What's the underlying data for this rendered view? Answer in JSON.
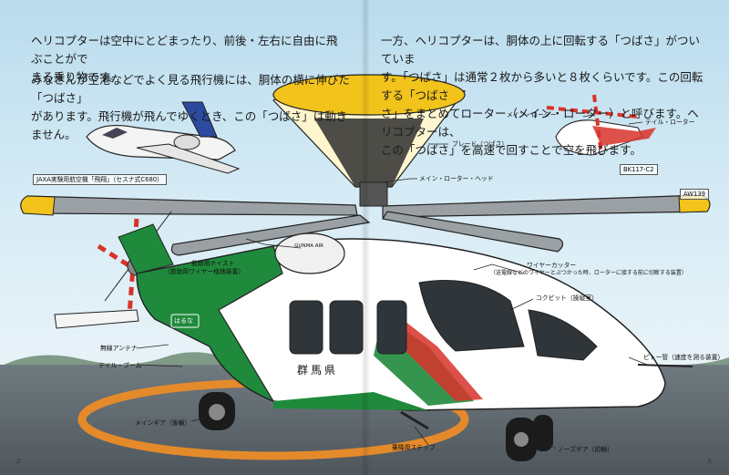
{
  "text": {
    "left_para1": "ヘリコプターは空中にとどまったり、前後・左右に自由に飛ぶことがで\nきる乗り物です。",
    "left_para2": "みなさんが空港などでよく見る飛行機には、胴体の横に伸びた「つばさ」\nがあります。飛行機が飛んでゆくとき、この「つばさ」は動き\nません。",
    "right_para": "一方、ヘリコプターは、胴体の上に回転する「つばさ」がついていま\nす。「つばさ」は通常２枚から多いと８枚くらいです。この回転する「つばさ\nさ」をまとめてローター（メイン・ローター）と呼びます。ヘリコプターは、\nこの「つばさ」を高速で回すことで空を飛びます。"
  },
  "labels": {
    "jaxa_plane": "JAXA実験用航空機「飛翔」（セスナ式C680）",
    "blade": "ブレード（つばさ）",
    "main_rotor_head": "メイン・ローター・ヘッド",
    "inset_main_rotor": "メイン・ローター",
    "inset_tail_rotor": "テイル・ローター",
    "inset_model": "BK117-C2",
    "model_name": "AW139",
    "rescue_hoist": "救助用ホイスト",
    "rescue_hoist_sub": "（救助用ワイヤー格納装置）",
    "wire_cutter": "ワイヤーカッター",
    "wire_cutter_sub": "（送電線などのワイヤーとぶつかった時、ローターに接する前に切断する装置）",
    "cockpit": "コクピット（操縦室）",
    "antenna": "無線アンテナ",
    "tail_boom": "テイル・ブーム",
    "pitot": "ピトー管（速度を測る装置）",
    "main_gear": "メインギア（後輪）",
    "boarding_step": "乗降用ステップ",
    "nose_gear": "ノーズギア（前輪）",
    "fuselage_text": "群馬県",
    "hoist_text": "GUNMA AIR",
    "nickname": "はるな"
  },
  "page_numbers": {
    "left": "2",
    "right": "3"
  },
  "colors": {
    "heli_green": "#1f8a3c",
    "heli_red": "#d8332a",
    "rotor_yellow": "#f2c31b",
    "helipad_orange": "#e58a2a"
  }
}
